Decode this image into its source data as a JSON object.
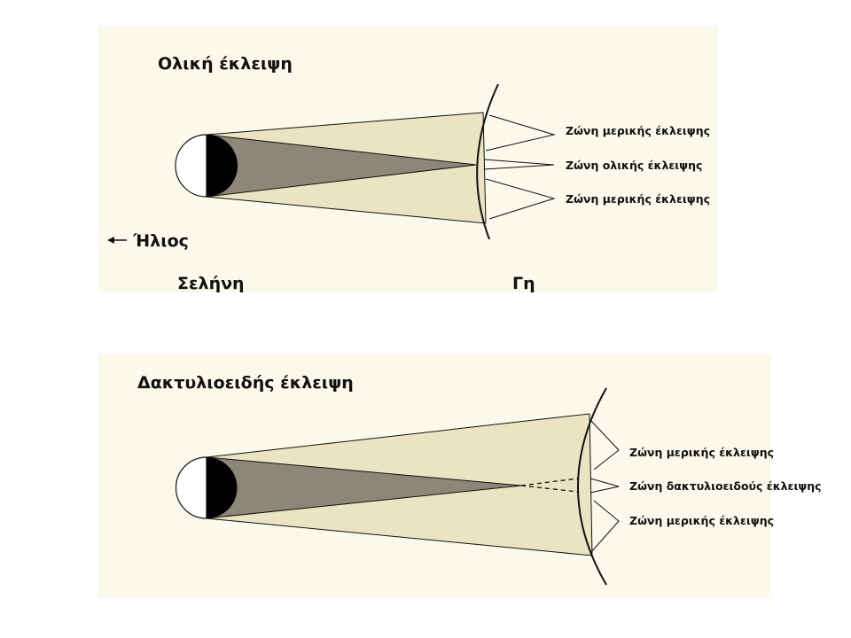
{
  "total": {
    "title": "Ολική έκλειψη",
    "sun_label": "Ήλιος",
    "moon_label": "Σελήνη",
    "earth_label": "Γη",
    "zones": [
      "Ζώνη μερικής έκλειψης",
      "Ζώνη ολικής έκλειψης",
      "Ζώνη μερικής έκλειψης"
    ]
  },
  "annular": {
    "title": "Δακτυλιοειδής έκλειψη",
    "zones": [
      "Ζώνη μερικής έκλειψης",
      "Ζώνη δακτυλιοειδούς έκλειψης",
      "Ζώνη μερικής έκλειψης"
    ]
  },
  "colors": {
    "page": "#ffffff",
    "paper": "#fbf9ec",
    "penumbra": "#ebe4c3",
    "umbra": "#8c8777",
    "moon_dark": "#000000",
    "ink": "#111111"
  }
}
